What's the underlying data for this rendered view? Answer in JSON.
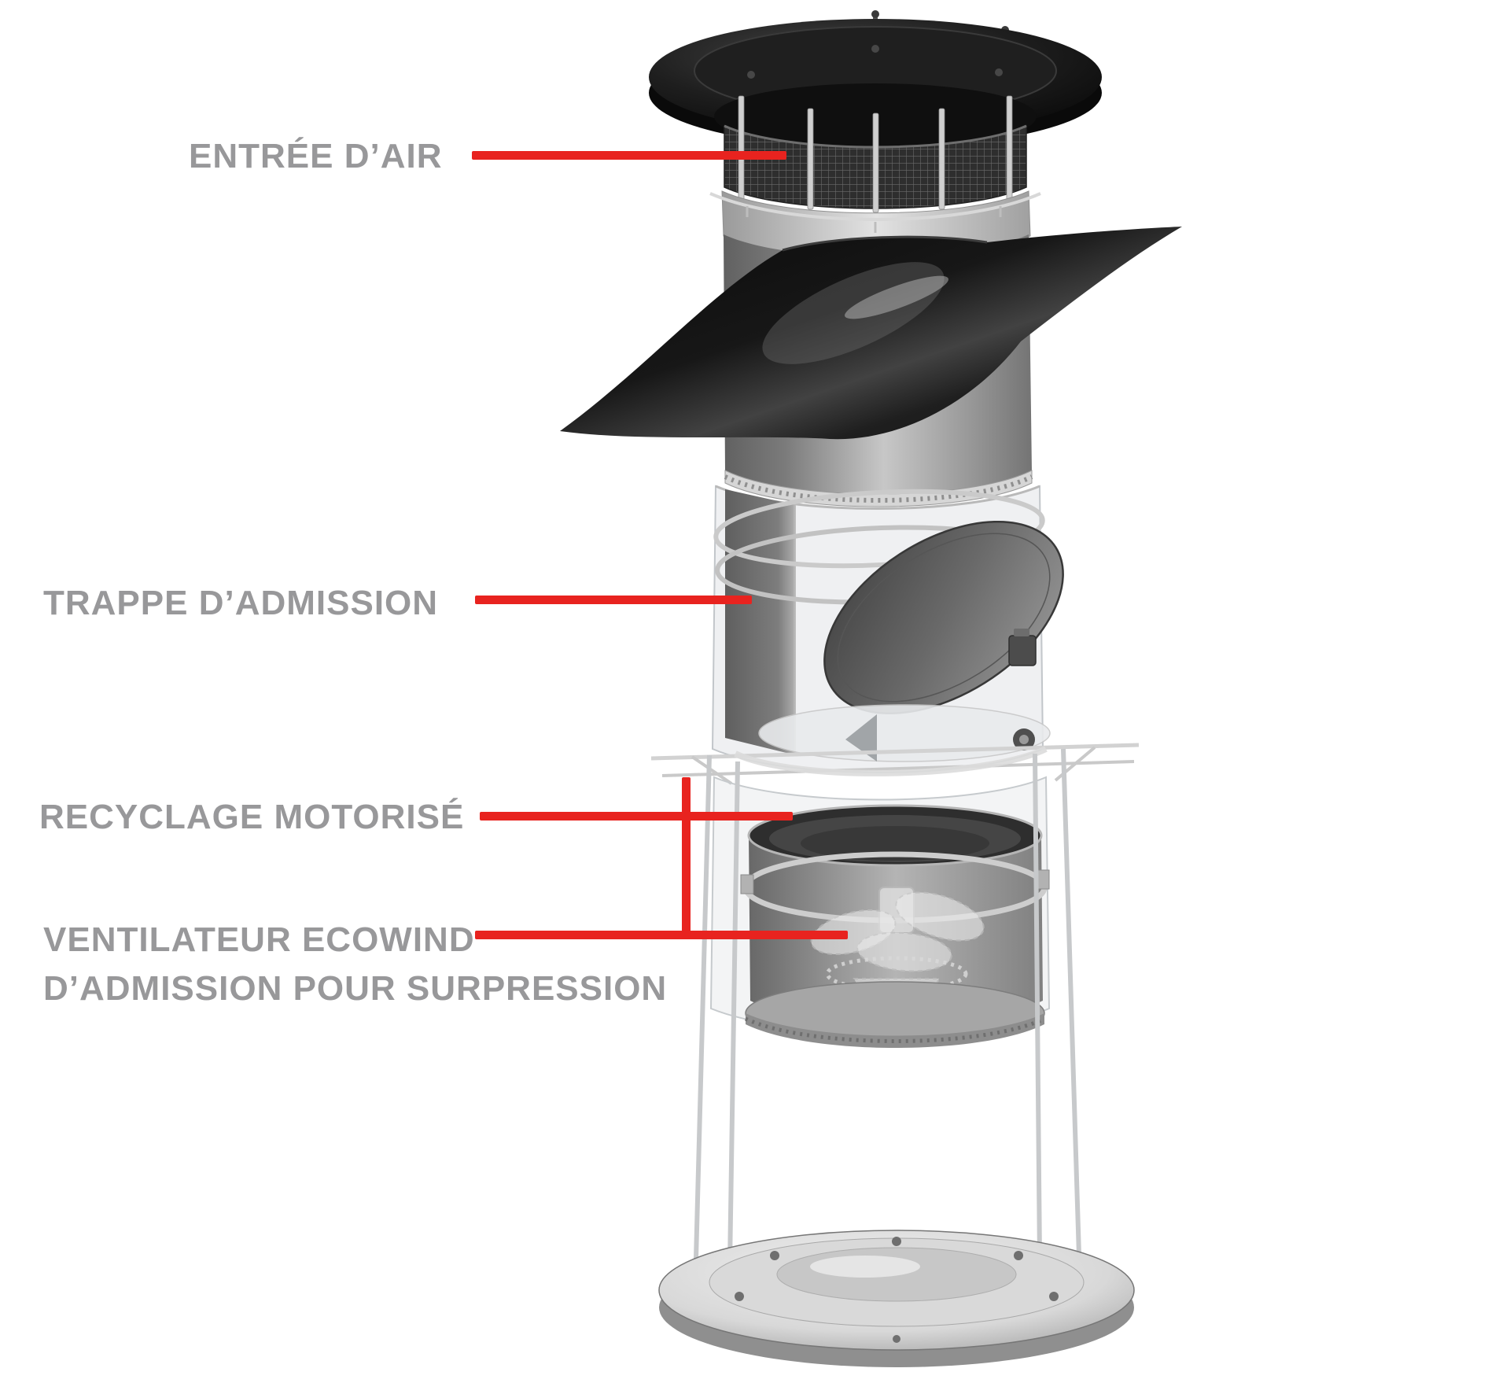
{
  "colors": {
    "leader_red": "#e8231f",
    "label_gray": "#98989a",
    "background": "#ffffff"
  },
  "labels": {
    "air_inlet": "ENTRÉE D’AIR",
    "admission_flap": "TRAPPE D’ADMISSION",
    "motorized_recycling": "RECYCLAGE MOTORISÉ",
    "fan_line1": "VENTILATEUR ECOWIND",
    "fan_line2": "D’ADMISSION POUR SURPRESSION"
  }
}
